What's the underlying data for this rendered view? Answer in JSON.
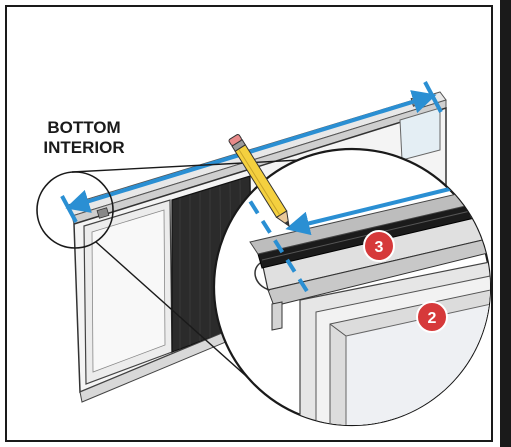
{
  "callout": {
    "line1": "BOTTOM",
    "line2": "INTERIOR"
  },
  "steps": {
    "step_3": "3",
    "step_2": "2"
  },
  "colors": {
    "measure_blue": "#2a8fd3",
    "badge_red": "#d6393a",
    "frame_black": "#1a1a1a",
    "pencil_yellow": "#f4d03f"
  },
  "icons": {
    "pencil": "pencil-icon",
    "magnifier": "magnifier-callout"
  }
}
